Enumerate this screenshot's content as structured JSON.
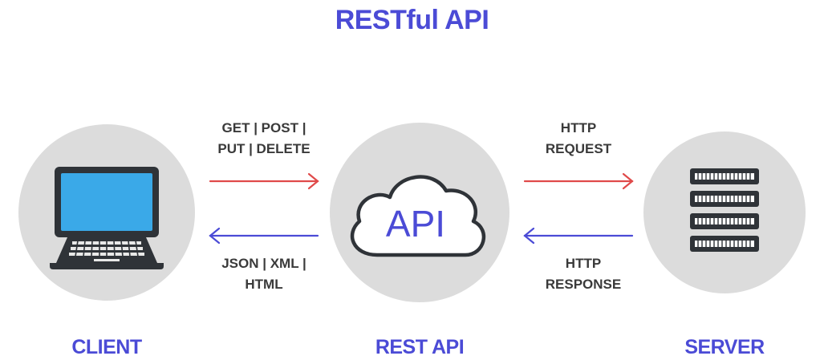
{
  "title": "RESTful API",
  "colors": {
    "accent": "#4b4bd6",
    "request_arrow": "#e04a4a",
    "response_arrow": "#4b4bd6",
    "node_circle": "#dcdcdc",
    "laptop_screen": "#3aa9e8"
  },
  "nodes": {
    "client": {
      "label": "CLIENT",
      "icon": "laptop-icon"
    },
    "rest_api": {
      "label": "REST API",
      "icon": "cloud-icon",
      "icon_text": "API"
    },
    "server": {
      "label": "SERVER",
      "icon": "server-rack-icon"
    }
  },
  "edges": {
    "client_to_api": {
      "line1": "GET | POST |",
      "line2": "PUT | DELETE"
    },
    "api_to_client": {
      "line1": "JSON | XML |",
      "line2": "HTML"
    },
    "api_to_server": {
      "line1": "HTTP",
      "line2": "REQUEST"
    },
    "server_to_api": {
      "line1": "HTTP",
      "line2": "RESPONSE"
    }
  }
}
